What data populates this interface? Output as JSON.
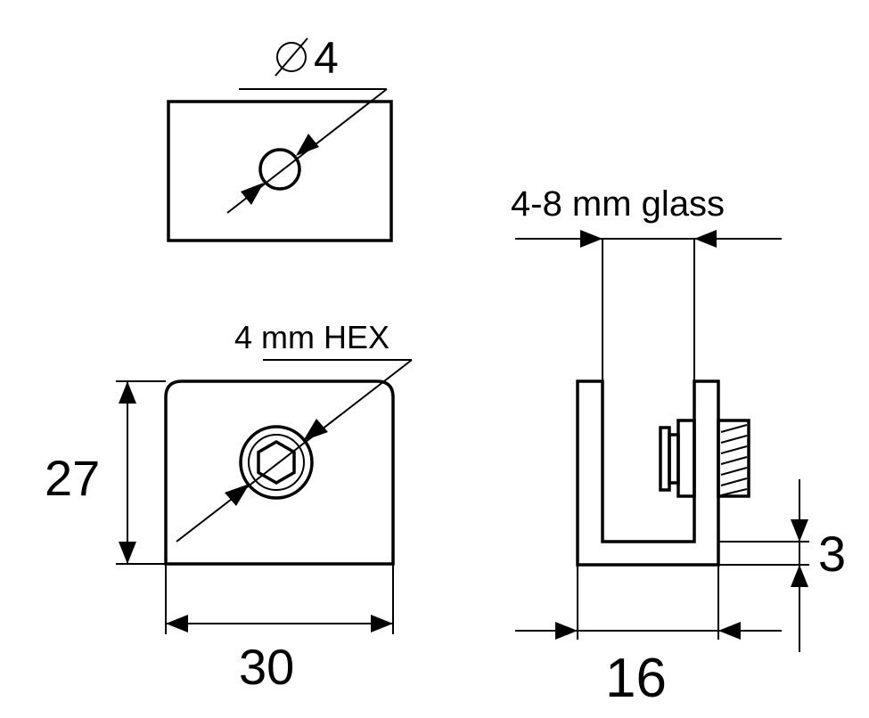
{
  "top_view": {
    "hole_label": "4"
  },
  "front_view": {
    "hex_label": "4 mm HEX",
    "height_label": "27",
    "width_label": "30"
  },
  "side_view": {
    "glass_label": "4-8 mm glass",
    "thickness_label": "3",
    "width_label": "16"
  },
  "colors": {
    "line": "#000000",
    "background": "#ffffff"
  }
}
